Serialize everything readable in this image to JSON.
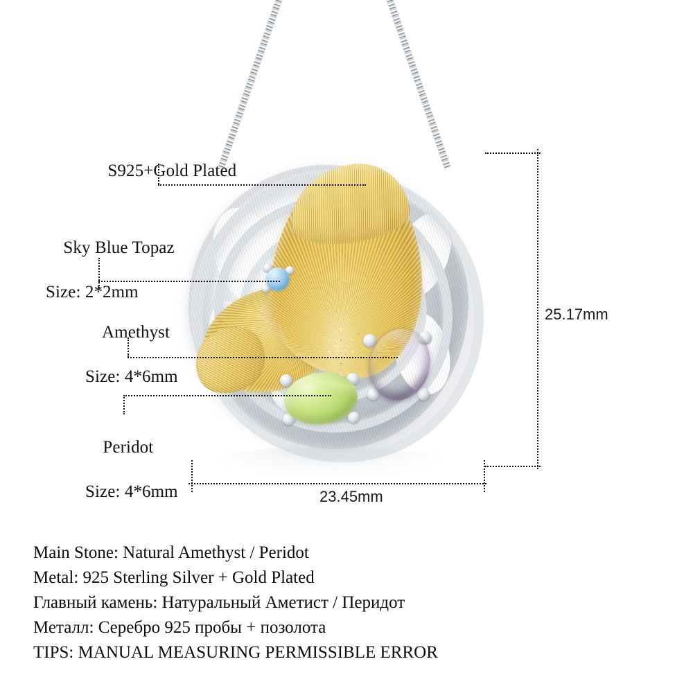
{
  "annotations": [
    {
      "name": "material",
      "line1": "S925+Gold Plated",
      "line2": ""
    },
    {
      "name": "sky-blue-topaz",
      "line1": "Sky Blue Topaz",
      "line2": "Size: 2*2mm"
    },
    {
      "name": "amethyst",
      "line1": "Amethyst",
      "line2": "Size: 4*6mm"
    },
    {
      "name": "peridot",
      "line1": "Peridot",
      "line2": "Size: 4*6mm"
    }
  ],
  "dimensions": {
    "height": "25.17mm",
    "width": "23.45mm"
  },
  "specs": [
    "Main Stone: Natural Amethyst / Peridot",
    "Metal: 925 Sterling Silver + Gold Plated",
    "Главный камень: Натуральный Аметист / Перидот",
    "Металл: Серебро 925 пробы + позолота",
    "TIPS: MANUAL MEASURING PERMISSIBLE ERROR"
  ],
  "colors": {
    "amethyst": "#7B3F9E",
    "peridot": "#A8CC63",
    "sky_blue_topaz": "#8FC4E8",
    "gold": "#E8C24A",
    "silver": "#D9DDE1",
    "background": "#FFFFFF",
    "text": "#111111"
  },
  "product": {
    "type": "necklace-pendant",
    "chain": "box-chain",
    "leaf": "gold-ginkgo-leaf",
    "frame": "silver-openwork-circle"
  }
}
